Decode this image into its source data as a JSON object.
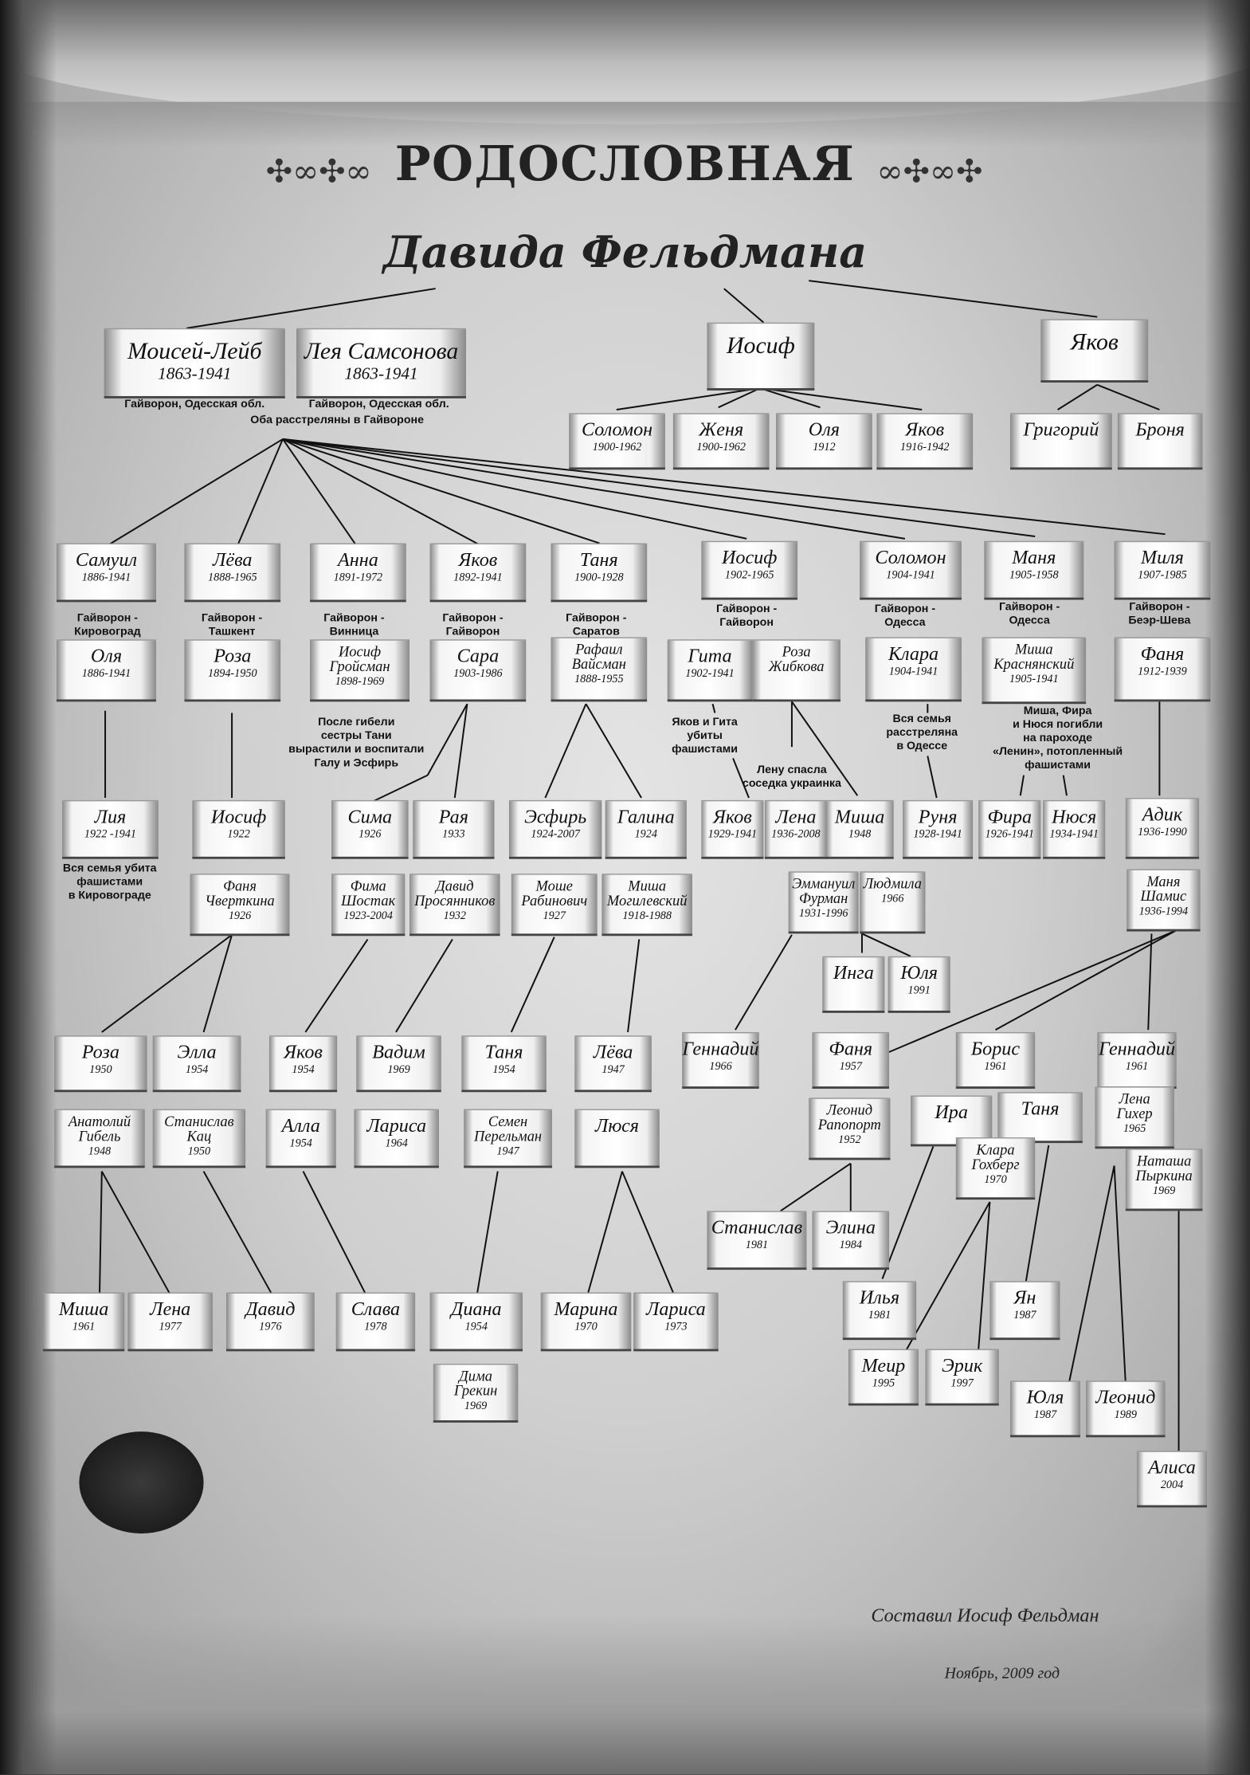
{
  "header": {
    "title": "РОДОСЛОВНАЯ",
    "subtitle": "Давида Фельдмана"
  },
  "footer": {
    "author": "Составил Иосиф Фельдман",
    "date": "Ноябрь, 2009 год"
  },
  "nodes": [
    {
      "name": "Моисей-Лейб",
      "years": "1863-1941"
    },
    {
      "name": "Лея Самсонова",
      "years": "1863-1941"
    },
    {
      "name": "Иосиф",
      "years": ""
    },
    {
      "name": "Яков",
      "years": ""
    },
    {
      "name": "Соломон",
      "years": "1900-1962"
    },
    {
      "name": "Женя",
      "years": "1900-1962"
    },
    {
      "name": "Оля",
      "years": "1912"
    },
    {
      "name": "Яков",
      "years": "1916-1942"
    },
    {
      "name": "Григорий",
      "years": ""
    },
    {
      "name": "Броня",
      "years": ""
    },
    {
      "name": "Самуил",
      "years": "1886-1941"
    },
    {
      "name": "Лёва",
      "years": "1888-1965"
    },
    {
      "name": "Анна",
      "years": "1891-1972"
    },
    {
      "name": "Яков",
      "years": "1892-1941"
    },
    {
      "name": "Таня",
      "years": "1900-1928"
    },
    {
      "name": "Иосиф",
      "years": "1902-1965"
    },
    {
      "name": "Соломон",
      "years": "1904-1941"
    },
    {
      "name": "Маня",
      "years": "1905-1958"
    },
    {
      "name": "Миля",
      "years": "1907-1985"
    },
    {
      "name": "Оля",
      "years": "1886-1941"
    },
    {
      "name": "Роза",
      "years": "1894-1950"
    },
    {
      "name": "Иосиф\nГройсман",
      "years": "1898-1969"
    },
    {
      "name": "Сара",
      "years": "1903-1986"
    },
    {
      "name": "Рафаил\nВайсман",
      "years": "1888-1955"
    },
    {
      "name": "Гита",
      "years": "1902-1941"
    },
    {
      "name": "Роза\nЖибкова",
      "years": ""
    },
    {
      "name": "Клара",
      "years": "1904-1941"
    },
    {
      "name": "Миша\nКраснянский",
      "years": "1905-1941"
    },
    {
      "name": "Фаня",
      "years": "1912-1939"
    },
    {
      "name": "Лия",
      "years": "1922 -1941"
    },
    {
      "name": "Иосиф",
      "years": "1922"
    },
    {
      "name": "Сима",
      "years": "1926"
    },
    {
      "name": "Рая",
      "years": "1933"
    },
    {
      "name": "Эсфирь",
      "years": "1924-2007"
    },
    {
      "name": "Галина",
      "years": "1924"
    },
    {
      "name": "Яков",
      "years": "1929-1941"
    },
    {
      "name": "Лена",
      "years": "1936-2008"
    },
    {
      "name": "Миша",
      "years": "1948"
    },
    {
      "name": "Руня",
      "years": "1928-1941"
    },
    {
      "name": "Фира",
      "years": "1926-1941"
    },
    {
      "name": "Нюся",
      "years": "1934-1941"
    },
    {
      "name": "Адик",
      "years": "1936-1990"
    },
    {
      "name": "Фаня\nЧверткина",
      "years": "1926"
    },
    {
      "name": "Фима\nШостак",
      "years": "1923-2004"
    },
    {
      "name": "Давид\nПросянников",
      "years": "1932"
    },
    {
      "name": "Моше\nРабинович",
      "years": "1927"
    },
    {
      "name": "Миша\nМогилевский",
      "years": "1918-1988"
    },
    {
      "name": "Эммануил\nФурман",
      "years": "1931-1996"
    },
    {
      "name": "Людмила",
      "years": "1966"
    },
    {
      "name": "Маня\nШамис",
      "years": "1936-1994"
    },
    {
      "name": "Инга",
      "years": ""
    },
    {
      "name": "Юля",
      "years": "1991"
    },
    {
      "name": "Роза",
      "years": "1950"
    },
    {
      "name": "Элла",
      "years": "1954"
    },
    {
      "name": "Яков",
      "years": "1954"
    },
    {
      "name": "Вадим",
      "years": "1969"
    },
    {
      "name": "Таня",
      "years": "1954"
    },
    {
      "name": "Лёва",
      "years": "1947"
    },
    {
      "name": "Геннадий",
      "years": "1966"
    },
    {
      "name": "Фаня",
      "years": "1957"
    },
    {
      "name": "Борис",
      "years": "1961"
    },
    {
      "name": "Геннадий",
      "years": "1961"
    },
    {
      "name": "Анатолий\nГибель",
      "years": "1948"
    },
    {
      "name": "Станислав\nКац",
      "years": "1950"
    },
    {
      "name": "Алла",
      "years": "1954"
    },
    {
      "name": "Лариса",
      "years": "1964"
    },
    {
      "name": "Семен\nПерельман",
      "years": "1947"
    },
    {
      "name": "Люся",
      "years": ""
    },
    {
      "name": "Леонид\nРапопорт",
      "years": "1952"
    },
    {
      "name": "Ира",
      "years": ""
    },
    {
      "name": "Таня",
      "years": ""
    },
    {
      "name": "Лена\nГихер",
      "years": "1965"
    },
    {
      "name": "Клара\nГохберг",
      "years": "1970"
    },
    {
      "name": "Наташа\nПыркина",
      "years": "1969"
    },
    {
      "name": "Станислав",
      "years": "1981"
    },
    {
      "name": "Элина",
      "years": "1984"
    },
    {
      "name": "Миша",
      "years": "1961"
    },
    {
      "name": "Лена",
      "years": "1977"
    },
    {
      "name": "Давид",
      "years": "1976"
    },
    {
      "name": "Слава",
      "years": "1978"
    },
    {
      "name": "Диана",
      "years": "1954"
    },
    {
      "name": "Марина",
      "years": "1970"
    },
    {
      "name": "Лариса",
      "years": "1973"
    },
    {
      "name": "Дима\nГрекин",
      "years": "1969"
    },
    {
      "name": "Илья",
      "years": "1981"
    },
    {
      "name": "Ян",
      "years": "1987"
    },
    {
      "name": "Меир",
      "years": "1995"
    },
    {
      "name": "Эрик",
      "years": "1997"
    },
    {
      "name": "Юля",
      "years": "1987"
    },
    {
      "name": "Леонид",
      "years": "1989"
    },
    {
      "name": "Алиса",
      "years": "2004"
    }
  ],
  "captions": [
    "Гайворон, Одесская обл.",
    "Гайворон, Одесская обл.",
    "Оба расстреляны в Гайвороне",
    "Гайворон -\nКировоград",
    "Гайворон -\nТашкент",
    "Гайворон -\nВинница",
    "Гайворон -\nГайворон",
    "Гайворон -\nСаратов",
    "Гайворон -\nГайворон",
    "Гайворон -\nОдесса",
    "Гайворон -\nОдесса",
    "Гайворон -\nБеэр-Шева",
    "После гибели\nсестры Тани\nвырастили и воспитали\nГалу и Эсфирь",
    "Яков и Гита\nубиты\nфашистами",
    "Лену спасла\nсоседка украинка",
    "Вся семья\nрасстреляна\nв Одессе",
    "Миша, Фира\nи Нюся погибли\nна пароходе\n«Ленин», потопленный\nфашистами",
    "Вся семья убита\nфашистами\nв Кировограде"
  ]
}
